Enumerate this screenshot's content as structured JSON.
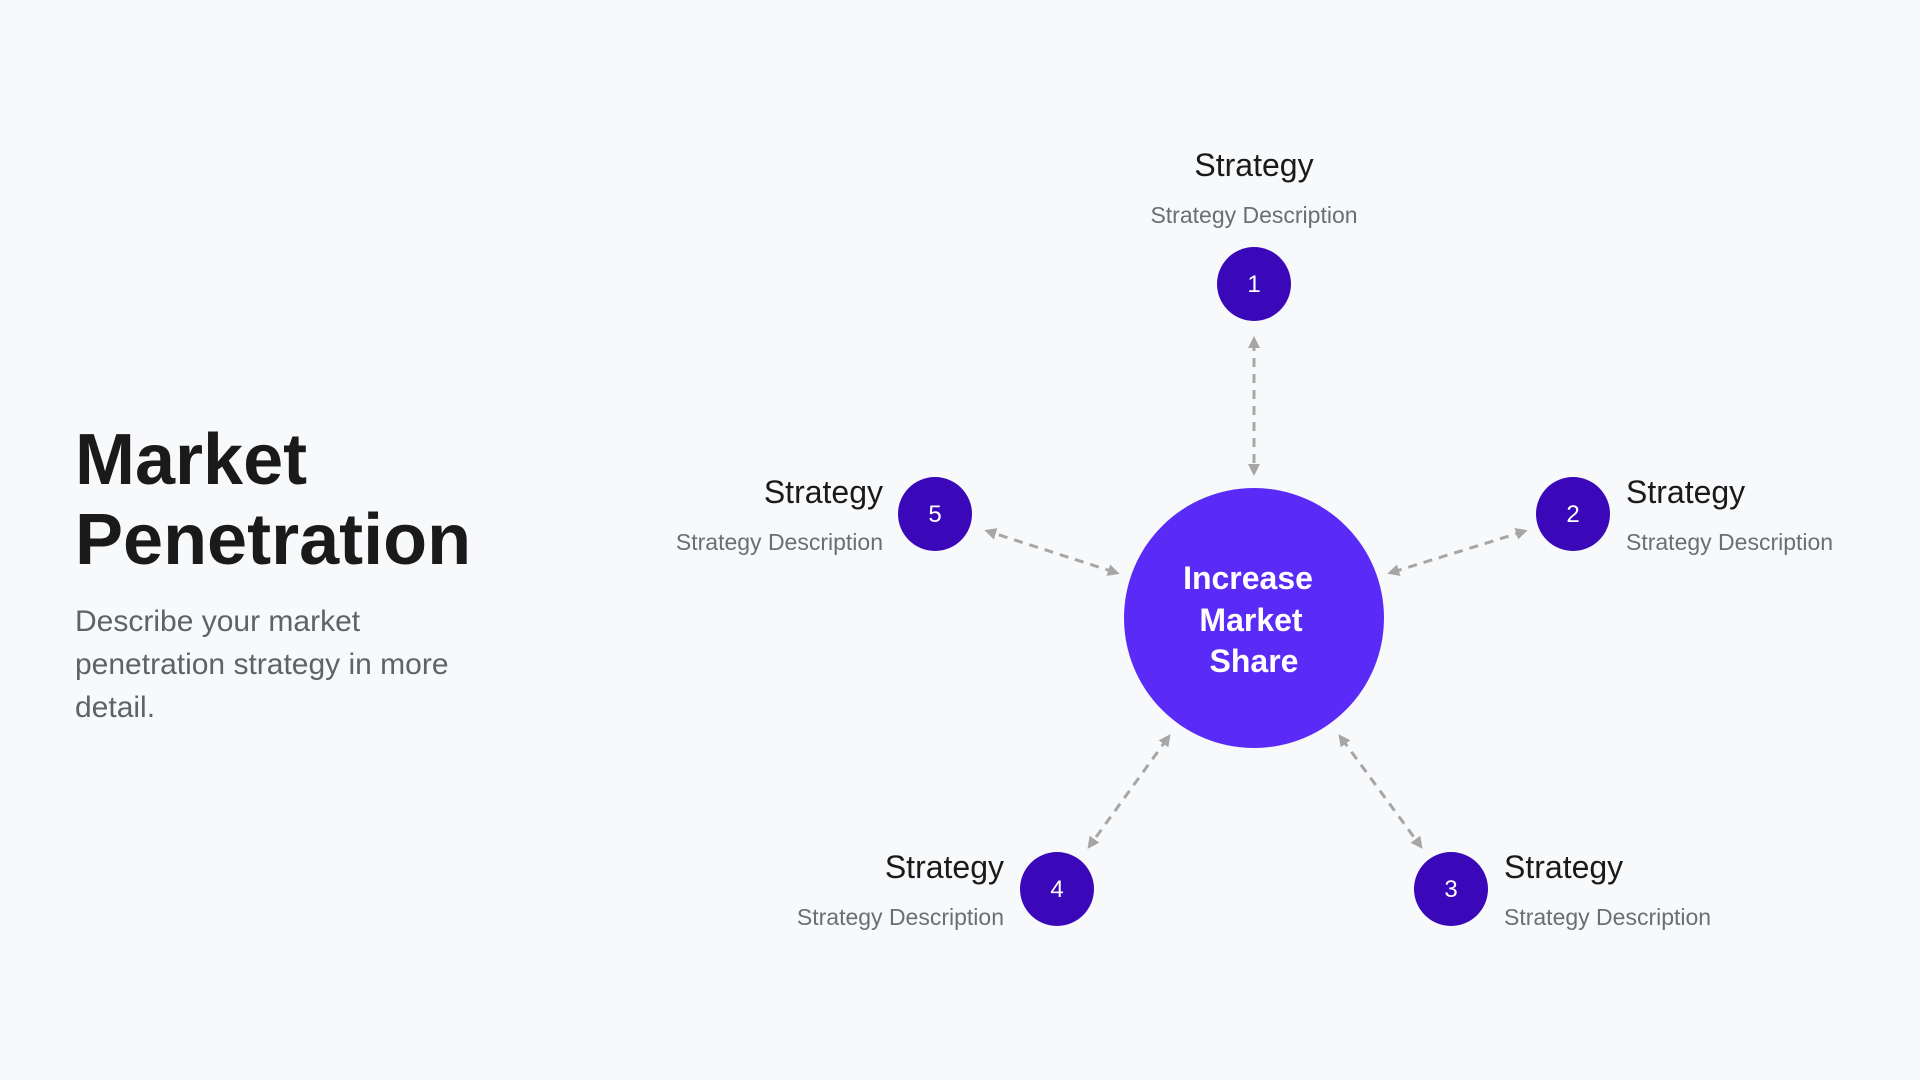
{
  "slide": {
    "title_line1": "Market",
    "title_line2": "Penetration",
    "description": "Describe your market penetration strategy in more detail."
  },
  "center": {
    "line1": "Increase",
    "line2": "Market",
    "line3": "Share"
  },
  "strategies": [
    {
      "number": "1",
      "title": "Strategy",
      "description": "Strategy Description"
    },
    {
      "number": "2",
      "title": "Strategy",
      "description": "Strategy Description"
    },
    {
      "number": "3",
      "title": "Strategy",
      "description": "Strategy Description"
    },
    {
      "number": "4",
      "title": "Strategy",
      "description": "Strategy Description"
    },
    {
      "number": "5",
      "title": "Strategy",
      "description": "Strategy Description"
    }
  ],
  "colors": {
    "background": "#f8f9fb",
    "center_circle": "#5a2bf6",
    "node_circle": "#3a08b8",
    "connector": "#a6a6a6",
    "title_text": "#1a1a1a",
    "description_text": "#6b6e74"
  }
}
